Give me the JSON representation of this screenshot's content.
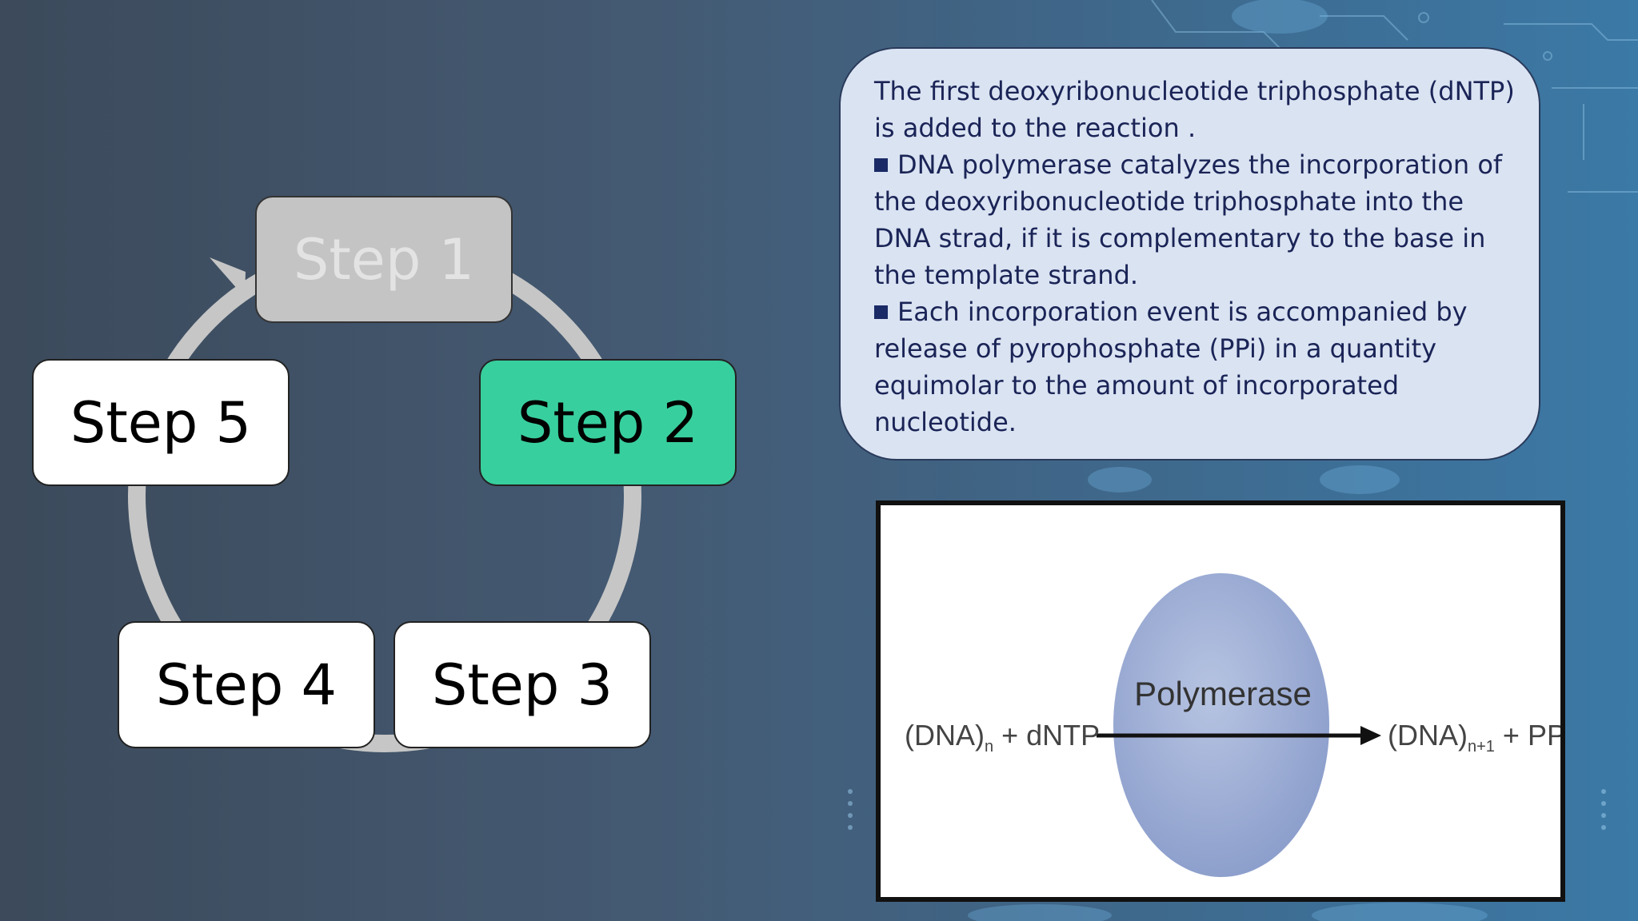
{
  "cycle": {
    "steps": [
      {
        "label": "Step 1",
        "state": "done"
      },
      {
        "label": "Step 2",
        "state": "active"
      },
      {
        "label": "Step 3",
        "state": "pending"
      },
      {
        "label": "Step 4",
        "state": "pending"
      },
      {
        "label": "Step 5",
        "state": "pending"
      }
    ],
    "colors": {
      "done": "#c4c4c4",
      "active": "#38cf9e",
      "pending": "#ffffff",
      "ring": "#c6c6c6"
    }
  },
  "panel": {
    "intro": "The first deoxyribonucleotide triphosphate (dNTP) is added to the reaction .",
    "bullets": [
      "DNA polymerase catalyzes the incorporation of the deoxyribonucleotide triphosphate into the DNA strad, if it is complementary to the base in the template strand.",
      "Each incorporation event is accompanied by release of pyrophosphate (PPi) in a quantity equimolar to the amount of incorporated nucleotide."
    ]
  },
  "figure": {
    "enzyme": "Polymerase",
    "reactant_main": "(DNA)",
    "reactant_sub": "n",
    "reactant_rest": " + dNTP",
    "product_main": "(DNA)",
    "product_sub": "n+1",
    "product_rest": " + PPi"
  }
}
